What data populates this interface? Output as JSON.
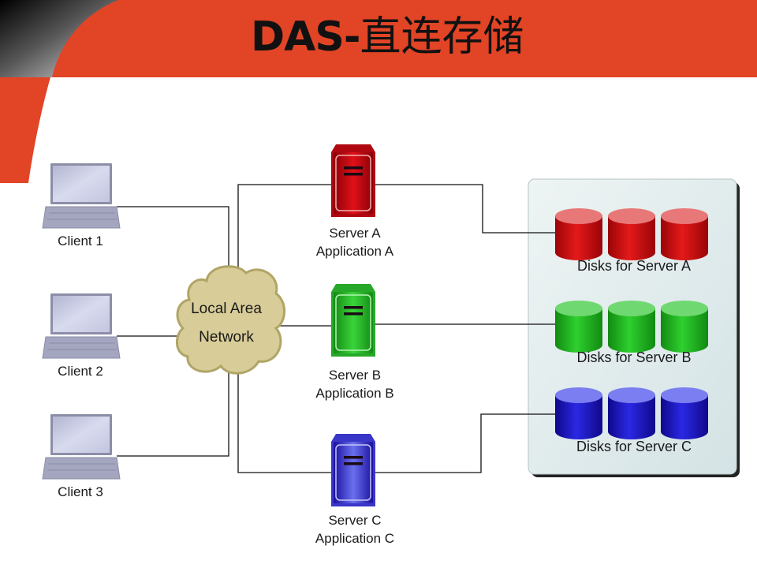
{
  "title": {
    "prefix": "DAS-",
    "chinese": "直连存储"
  },
  "colors": {
    "banner": "#e24426",
    "panel": "#dde9ea",
    "server_a": "#cc0e14",
    "server_b": "#22b822",
    "server_c": "#2a22cc",
    "cloud": "#d8cc98",
    "laptop": "#a6a8c4"
  },
  "clients": [
    {
      "label": "Client 1"
    },
    {
      "label": "Client 2"
    },
    {
      "label": "Client 3"
    }
  ],
  "network": {
    "line1": "Local Area",
    "line2": "Network"
  },
  "servers": [
    {
      "name": "Server A",
      "app": "Application A",
      "color_key": "red"
    },
    {
      "name": "Server B",
      "app": "Application B",
      "color_key": "green"
    },
    {
      "name": "Server C",
      "app": "Application C",
      "color_key": "blue"
    }
  ],
  "disk_groups": [
    {
      "label": "Disks for Server A",
      "disk_count": 3
    },
    {
      "label": "Disks for Server B",
      "disk_count": 3
    },
    {
      "label": "Disks for Server C",
      "disk_count": 3
    }
  ]
}
